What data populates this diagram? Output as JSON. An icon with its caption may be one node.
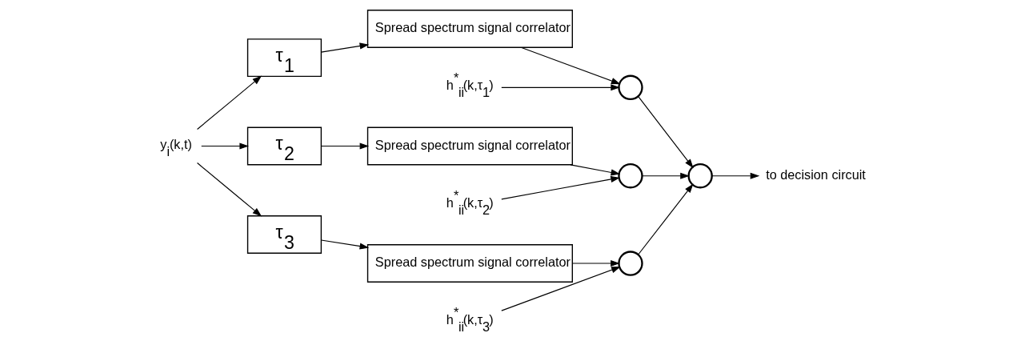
{
  "diagram": {
    "nodes": [
      {
        "text": [
          "y$_{i}$(k,t)"
        ]
      },
      {
        "text": [
          "τ$_{1}$"
        ]
      },
      {
        "text": [
          "τ$_{2}$"
        ]
      },
      {
        "text": [
          "τ$_{3}$"
        ]
      },
      {
        "text": [
          "Spread spectrum signal correlator"
        ]
      },
      {
        "text": [
          "Spread spectrum signal correlator"
        ]
      },
      {
        "text": [
          "Spread spectrum signal correlator"
        ]
      },
      {
        "text": [
          "h$^{*}$$_{ii}$(k,τ$_{1}$)"
        ]
      },
      {
        "text": [
          "h$^{*}$$_{ii}$(k,τ$_{2}$)"
        ]
      },
      {
        "text": [
          "h$^{*}$$_{ii}$(k,τ$_{3}$)"
        ]
      },
      {
        "text": [],
        "shape": "circle"
      },
      {
        "text": [],
        "shape": "circle"
      },
      {
        "text": [],
        "shape": "circle"
      },
      {
        "text": [],
        "shape": "circle"
      },
      {
        "text": [
          "to decision circuit"
        ]
      }
    ],
    "edges": [
      {
        "from": 0,
        "to": 1,
        "arrow": "to"
      },
      {
        "from": 0,
        "to": 2,
        "arrow": "to"
      },
      {
        "from": 0,
        "to": 3,
        "arrow": "to"
      },
      {
        "from": 1,
        "to": 4,
        "arrow": "to"
      },
      {
        "from": 2,
        "to": 5,
        "arrow": "to"
      },
      {
        "from": 3,
        "to": 6,
        "arrow": "to"
      },
      {
        "from": 4,
        "to": 10,
        "arrow": "to"
      },
      {
        "from": 5,
        "to": 11,
        "arrow": "to"
      },
      {
        "from": 6,
        "to": 12,
        "arrow": "to"
      },
      {
        "from": 7,
        "to": 10,
        "arrow": "to"
      },
      {
        "from": 8,
        "to": 11,
        "arrow": "to"
      },
      {
        "from": 9,
        "to": 12,
        "arrow": "to"
      },
      {
        "from": 10,
        "to": 13,
        "arrow": "to"
      },
      {
        "from": 11,
        "to": 13,
        "arrow": "to"
      },
      {
        "from": 12,
        "to": 13,
        "arrow": "to"
      },
      {
        "from": 13,
        "to": 14,
        "arrow": "to"
      }
    ]
  }
}
